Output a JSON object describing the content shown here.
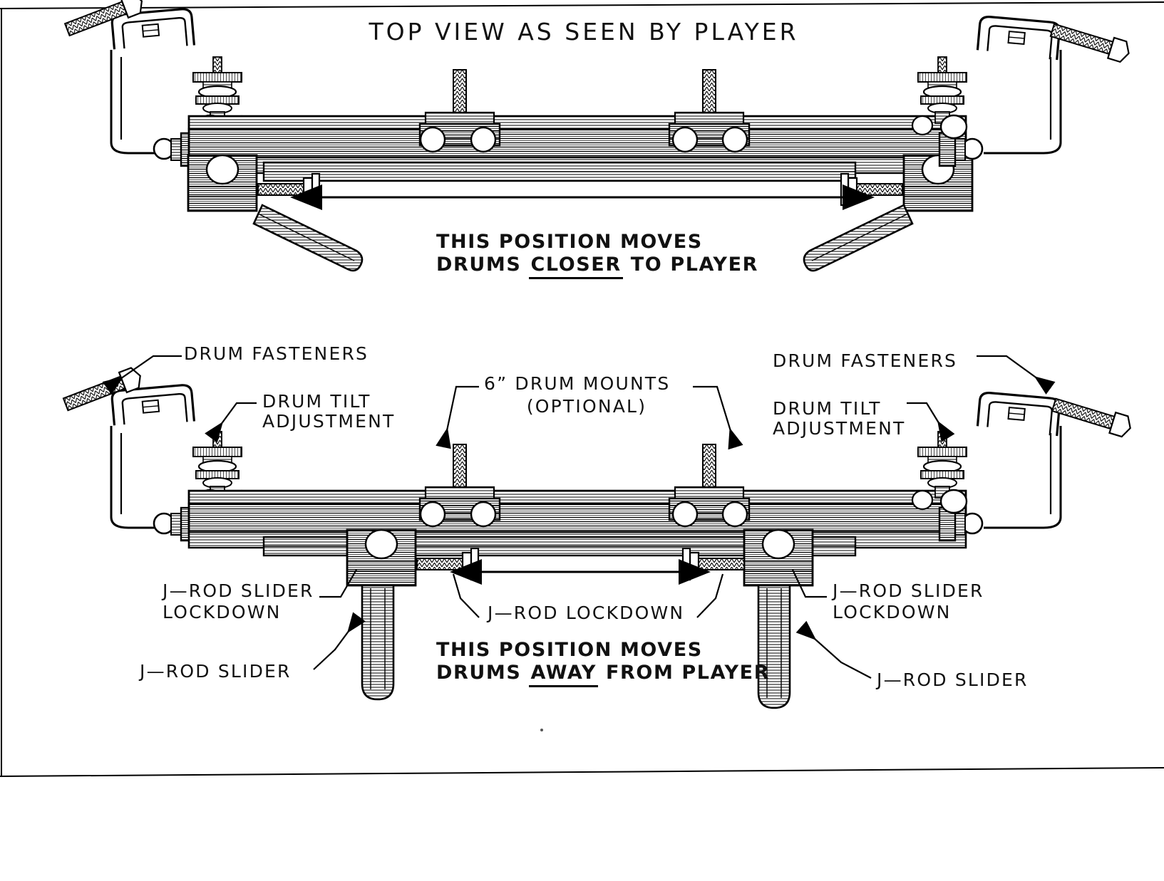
{
  "document": {
    "kind": "technical-assembly-diagram",
    "title": "TOP VIEW AS SEEN BY PLAYER"
  },
  "upper_view": {
    "title": "TOP VIEW AS SEEN BY PLAYER",
    "note_line1": "THIS POSITION MOVES",
    "note_line2_prefix": "DRUMS ",
    "note_line2_emphasis": "CLOSER",
    "note_line2_suffix": " TO PLAYER",
    "arrow_name": "travel-range-arrow"
  },
  "lower_view": {
    "note_line1": "THIS POSITION MOVES",
    "note_line2_prefix": "DRUMS ",
    "note_line2_emphasis": "AWAY",
    "note_line2_suffix": " FROM PLAYER",
    "callouts": {
      "drum_fasteners_left": "DRUM FASTENERS",
      "drum_fasteners_right": "DRUM FASTENERS",
      "drum_tilt_left_line1": "DRUM TILT",
      "drum_tilt_left_line2": "ADJUSTMENT",
      "drum_tilt_right_line1": "DRUM TILT",
      "drum_tilt_right_line2": "ADJUSTMENT",
      "drum_mounts_line1": "6” DRUM MOUNTS",
      "drum_mounts_line2": "(OPTIONAL)",
      "j_rod_slider_lockdown_left_line1": "J—ROD SLIDER",
      "j_rod_slider_lockdown_left_line2": "LOCKDOWN",
      "j_rod_slider_lockdown_right_line1": "J—ROD SLIDER",
      "j_rod_slider_lockdown_right_line2": "LOCKDOWN",
      "j_rod_lockdown_center": "J—ROD LOCKDOWN",
      "j_rod_slider_left": "J—ROD SLIDER",
      "j_rod_slider_right": "J—ROD SLIDER"
    }
  },
  "colors": {
    "ink": "#000000",
    "paper": "#ffffff",
    "hatch": "#222222"
  }
}
